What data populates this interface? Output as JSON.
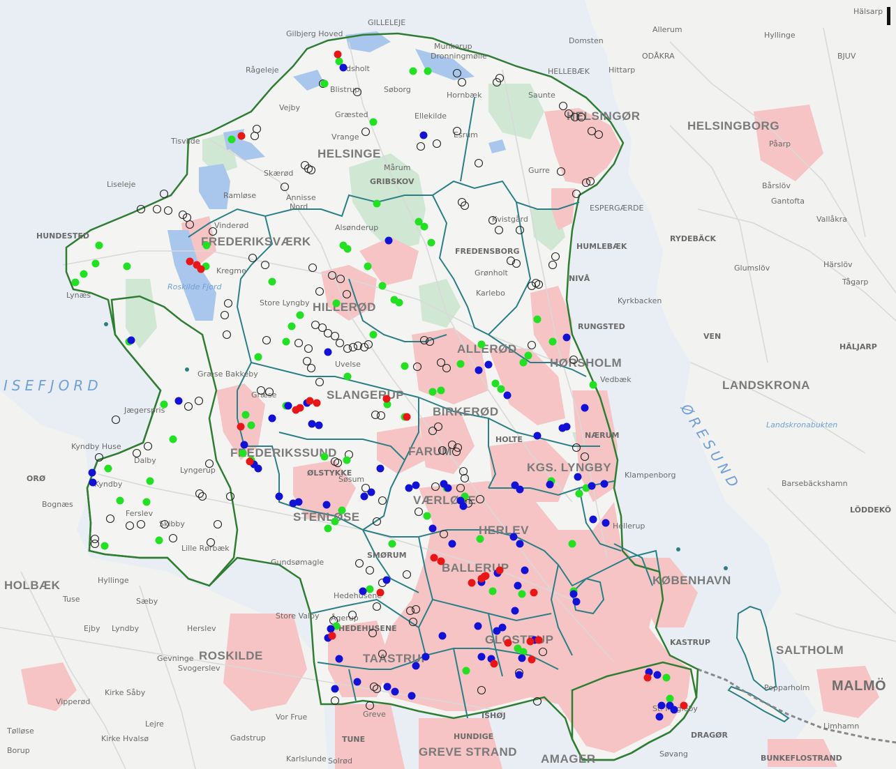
{
  "map": {
    "colors": {
      "land": "#f4f4f2",
      "sea": "#e9eef4",
      "urban": "#f6c4c4",
      "forest": "#cfe7d3",
      "lake": "#a9c6ec",
      "road": "#d8d8d8",
      "outer_border": "#2e7d32",
      "inner_border": "#2a7f86",
      "marker_green": "#22e022",
      "marker_blue": "#1212d6",
      "marker_red": "#e81616",
      "marker_open": "#222222"
    },
    "place_labels": [
      {
        "id": "gilleleje",
        "text": "GILLELEJE",
        "style": "small"
      },
      {
        "id": "gilbjerg",
        "text": "Gilbjerg Hoved",
        "style": "small"
      },
      {
        "id": "munkerup",
        "text": "Munkerup",
        "style": "small"
      },
      {
        "id": "dronningmolle",
        "text": "Dronningmølle",
        "style": "small"
      },
      {
        "id": "rageleje",
        "text": "Rågeleje",
        "style": "small"
      },
      {
        "id": "udsholt",
        "text": "Udsholt",
        "style": "small"
      },
      {
        "id": "blistrup",
        "text": "Blistrup",
        "style": "small"
      },
      {
        "id": "soborg",
        "text": "Søborg",
        "style": "small"
      },
      {
        "id": "hornbaek",
        "text": "Hornbæk",
        "style": "small"
      },
      {
        "id": "hellebaek",
        "text": "HELLEBÆK",
        "style": "small"
      },
      {
        "id": "hittarp",
        "text": "Hittarp",
        "style": "small"
      },
      {
        "id": "domsten",
        "text": "Domsten",
        "style": "small"
      },
      {
        "id": "odakra",
        "text": "ODÅKRA",
        "style": "small"
      },
      {
        "id": "bjuv",
        "text": "BJUV",
        "style": "small"
      },
      {
        "id": "halsarp",
        "text": "Hälsarp",
        "style": "small"
      },
      {
        "id": "hyllinge",
        "text": "Hyllinge",
        "style": "small"
      },
      {
        "id": "allerum",
        "text": "Allerum",
        "style": "small"
      },
      {
        "id": "vejby",
        "text": "Vejby",
        "style": "small"
      },
      {
        "id": "graested",
        "text": "Græsted",
        "style": "small"
      },
      {
        "id": "esrum",
        "text": "Esrum",
        "style": "small"
      },
      {
        "id": "ellekilde",
        "text": "Ellekilde",
        "style": "small"
      },
      {
        "id": "saunte",
        "text": "Saunte",
        "style": "small"
      },
      {
        "id": "helsingor",
        "text": "HELSINGØR",
        "style": "big"
      },
      {
        "id": "helsingborg",
        "text": "HELSINGBORG",
        "style": "big"
      },
      {
        "id": "tisvilde",
        "text": "Tisvilde",
        "style": "small"
      },
      {
        "id": "vrange",
        "text": "Vrange",
        "style": "small"
      },
      {
        "id": "helsinge",
        "text": "HELSINGE",
        "style": "big"
      },
      {
        "id": "gribskov",
        "text": "GRIBSKOV",
        "style": "medium"
      },
      {
        "id": "maarum",
        "text": "Mårum",
        "style": "small"
      },
      {
        "id": "skaerod",
        "text": "Skærød",
        "style": "small"
      },
      {
        "id": "gurre",
        "text": "Gurre",
        "style": "small"
      },
      {
        "id": "parp",
        "text": "Påarp",
        "style": "small"
      },
      {
        "id": "liseleje",
        "text": "Liseleje",
        "style": "small"
      },
      {
        "id": "ramlose",
        "text": "Ramløse",
        "style": "small"
      },
      {
        "id": "annisse",
        "text": "Annisse",
        "style": "small"
      },
      {
        "id": "nord",
        "text": "Nord",
        "style": "small"
      },
      {
        "id": "barslov",
        "text": "Bårslöv",
        "style": "small"
      },
      {
        "id": "gantofta",
        "text": "Gantofta",
        "style": "small"
      },
      {
        "id": "vallakra",
        "text": "Vallåkra",
        "style": "small"
      },
      {
        "id": "espergaerde",
        "text": "ESPERGÆRDE",
        "style": "small"
      },
      {
        "id": "hundested",
        "text": "HUNDESTED",
        "style": "medium"
      },
      {
        "id": "vinderod",
        "text": "Vinderød",
        "style": "small"
      },
      {
        "id": "frederiksvaerk",
        "text": "FREDERIKSVÆRK",
        "style": "big"
      },
      {
        "id": "alsonderup",
        "text": "Alsønderup",
        "style": "small"
      },
      {
        "id": "kvistgaard",
        "text": "Kvistgård",
        "style": "small"
      },
      {
        "id": "rydeback",
        "text": "RYDEBÄCK",
        "style": "medium"
      },
      {
        "id": "fredensborg",
        "text": "FREDENSBORG",
        "style": "medium"
      },
      {
        "id": "humlebaek",
        "text": "HUMLEBÆK",
        "style": "medium"
      },
      {
        "id": "glumslov",
        "text": "Glumslöv",
        "style": "small"
      },
      {
        "id": "harslov",
        "text": "Härslöv",
        "style": "small"
      },
      {
        "id": "lynaes",
        "text": "Lynæs",
        "style": "small"
      },
      {
        "id": "kregme",
        "text": "Kregme",
        "style": "small"
      },
      {
        "id": "roskilde_fjord",
        "text": "Roskilde Fjord",
        "style": "water-sm"
      },
      {
        "id": "store_lyngby",
        "text": "Store Lyngby",
        "style": "small"
      },
      {
        "id": "hillerod",
        "text": "HILLERØD",
        "style": "big"
      },
      {
        "id": "grondholt",
        "text": "Grønholt",
        "style": "small"
      },
      {
        "id": "karlebo",
        "text": "Karlebo",
        "style": "small"
      },
      {
        "id": "nivaa",
        "text": "NIVÅ",
        "style": "medium"
      },
      {
        "id": "kyrkbacken",
        "text": "Kyrkbacken",
        "style": "small"
      },
      {
        "id": "tagarp",
        "text": "Tågarp",
        "style": "small"
      },
      {
        "id": "rungsted",
        "text": "RUNGSTED",
        "style": "medium"
      },
      {
        "id": "ven",
        "text": "VEN",
        "style": "medium"
      },
      {
        "id": "haljarp",
        "text": "HÄLJARP",
        "style": "medium"
      },
      {
        "id": "allerod",
        "text": "ALLERØD",
        "style": "big"
      },
      {
        "id": "horsholm",
        "text": "HØRSHOLM",
        "style": "big"
      },
      {
        "id": "vedbaek",
        "text": "Vedbæk",
        "style": "small"
      },
      {
        "id": "uvelse",
        "text": "Uvelse",
        "style": "small"
      },
      {
        "id": "graese_bakkeby",
        "text": "Græse Bakkeby",
        "style": "small"
      },
      {
        "id": "isefjord",
        "text": "ISEFJORD",
        "style": "water"
      },
      {
        "id": "landskrona",
        "text": "LANDSKRONA",
        "style": "big"
      },
      {
        "id": "oresund",
        "text": "ØRESUND",
        "style": "water"
      },
      {
        "id": "graese",
        "text": "Græse",
        "style": "small"
      },
      {
        "id": "slangerup",
        "text": "SLANGERUP",
        "style": "big"
      },
      {
        "id": "birkerod",
        "text": "BIRKERØD",
        "style": "big"
      },
      {
        "id": "jaegerspris",
        "text": "Jægerspris",
        "style": "small"
      },
      {
        "id": "landskronabukten",
        "text": "Landskronabukten",
        "style": "water-sm"
      },
      {
        "id": "holte",
        "text": "HOLTE",
        "style": "medium"
      },
      {
        "id": "naerum",
        "text": "NÆRUM",
        "style": "medium"
      },
      {
        "id": "kyndby_huse",
        "text": "Kyndby Huse",
        "style": "small"
      },
      {
        "id": "orø",
        "text": "ORØ",
        "style": "medium"
      },
      {
        "id": "dalby",
        "text": "Dalby",
        "style": "small"
      },
      {
        "id": "frederikssund",
        "text": "FREDERIKSSUND",
        "style": "big"
      },
      {
        "id": "farum",
        "text": "FARUM",
        "style": "big"
      },
      {
        "id": "kgs_lyngby",
        "text": "KGS. LYNGBY",
        "style": "big"
      },
      {
        "id": "klampenborg",
        "text": "Klampenborg",
        "style": "small"
      },
      {
        "id": "barsebackshamn",
        "text": "Barsebäckshamn",
        "style": "small"
      },
      {
        "id": "lyngerup",
        "text": "Lyngerup",
        "style": "small"
      },
      {
        "id": "kyndby",
        "text": "Kyndby",
        "style": "small"
      },
      {
        "id": "olstykke",
        "text": "ØLSTYKKE",
        "style": "medium"
      },
      {
        "id": "sasum",
        "text": "Søsum",
        "style": "small"
      },
      {
        "id": "vaerlose",
        "text": "VÆRLØSE",
        "style": "big"
      },
      {
        "id": "bogo",
        "text": "Bognæs",
        "style": "small"
      },
      {
        "id": "ferslev",
        "text": "Ferslev",
        "style": "small"
      },
      {
        "id": "skibby",
        "text": "Skibby",
        "style": "small"
      },
      {
        "id": "stenlose",
        "text": "STENLØSE",
        "style": "big"
      },
      {
        "id": "lilleeknae",
        "text": "Lille Rørbæk",
        "style": "small"
      },
      {
        "id": "herlev",
        "text": "HERLEV",
        "style": "big"
      },
      {
        "id": "hellerup",
        "text": "Hellerup",
        "style": "small"
      },
      {
        "id": "loddekopinge",
        "text": "LÖDDEKÖ",
        "style": "medium"
      },
      {
        "id": "gundsomagle",
        "text": "Gundsømagle",
        "style": "small"
      },
      {
        "id": "smorum",
        "text": "SMØRUM",
        "style": "medium"
      },
      {
        "id": "ballerup",
        "text": "BALLERUP",
        "style": "big"
      },
      {
        "id": "holbaek",
        "text": "HOLBÆK",
        "style": "big"
      },
      {
        "id": "hyllinge2",
        "text": "Hyllinge",
        "style": "small"
      },
      {
        "id": "kobenhavn",
        "text": "KØBENHAVN",
        "style": "big"
      },
      {
        "id": "tuse",
        "text": "Tuse",
        "style": "small"
      },
      {
        "id": "saeby",
        "text": "Sæby",
        "style": "small"
      },
      {
        "id": "hedelysk",
        "text": "Hedehusene",
        "style": "small"
      },
      {
        "id": "agerup",
        "text": "Ågerup",
        "style": "small"
      },
      {
        "id": "store_valby",
        "text": "Store Valby",
        "style": "small"
      },
      {
        "id": "herslev",
        "text": "Herslev",
        "style": "small"
      },
      {
        "id": "lyndby",
        "text": "Lyndby",
        "style": "small"
      },
      {
        "id": "ejby",
        "text": "Ejby",
        "style": "small"
      },
      {
        "id": "hedehusene",
        "text": "HEDEHUSENE",
        "style": "medium"
      },
      {
        "id": "kastrup",
        "text": "KASTRUP",
        "style": "medium"
      },
      {
        "id": "saltholm",
        "text": "SALTHOLM",
        "style": "big"
      },
      {
        "id": "glostrup",
        "text": "GLOSTRUP",
        "style": "big"
      },
      {
        "id": "roskilde",
        "text": "ROSKILDE",
        "style": "big"
      },
      {
        "id": "gevninge",
        "text": "Gevninge",
        "style": "small"
      },
      {
        "id": "svogerslev",
        "text": "Svogerslev",
        "style": "small"
      },
      {
        "id": "taastrup",
        "text": "TAASTRUP",
        "style": "big"
      },
      {
        "id": "kirke_saaby",
        "text": "Kirke Såby",
        "style": "small"
      },
      {
        "id": "vipperod",
        "text": "Vipperød",
        "style": "small"
      },
      {
        "id": "lejre",
        "text": "Lejre",
        "style": "small"
      },
      {
        "id": "malmo",
        "text": "MALMÖ",
        "style": "big2"
      },
      {
        "id": "pepparholm",
        "text": "Pepparholm",
        "style": "small"
      },
      {
        "id": "vor_frue",
        "text": "Vor Frue",
        "style": "small"
      },
      {
        "id": "greve",
        "text": "Greve",
        "style": "small"
      },
      {
        "id": "limhamn",
        "text": "Limhamn",
        "style": "small"
      },
      {
        "id": "ishoj",
        "text": "ISHØJ",
        "style": "medium"
      },
      {
        "id": "dragor",
        "text": "DRAGØR",
        "style": "medium"
      },
      {
        "id": "tune",
        "text": "TUNE",
        "style": "medium"
      },
      {
        "id": "kirke_hvalso",
        "text": "Kirke Hvalsø",
        "style": "small"
      },
      {
        "id": "hundige",
        "text": "HUNDIGE",
        "style": "medium"
      },
      {
        "id": "greve_strand",
        "text": "GREVE STRAND",
        "style": "big"
      },
      {
        "id": "amager",
        "text": "AMAGER",
        "style": "big"
      },
      {
        "id": "bunkeflostrand",
        "text": "BUNKEFLOSTRAND",
        "style": "medium"
      },
      {
        "id": "solrod",
        "text": "Solrød",
        "style": "small"
      },
      {
        "id": "gadstrup",
        "text": "Gadstrup",
        "style": "small"
      },
      {
        "id": "taastrup2",
        "text": "Tølløse",
        "style": "small"
      },
      {
        "id": "karlslunde",
        "text": "Karlslunde",
        "style": "small"
      },
      {
        "id": "store_magleby",
        "text": "St. Magleby",
        "style": "small"
      },
      {
        "id": "sovang",
        "text": "Søvang",
        "style": "small"
      },
      {
        "id": "borup",
        "text": "Borup",
        "style": "small"
      }
    ]
  }
}
